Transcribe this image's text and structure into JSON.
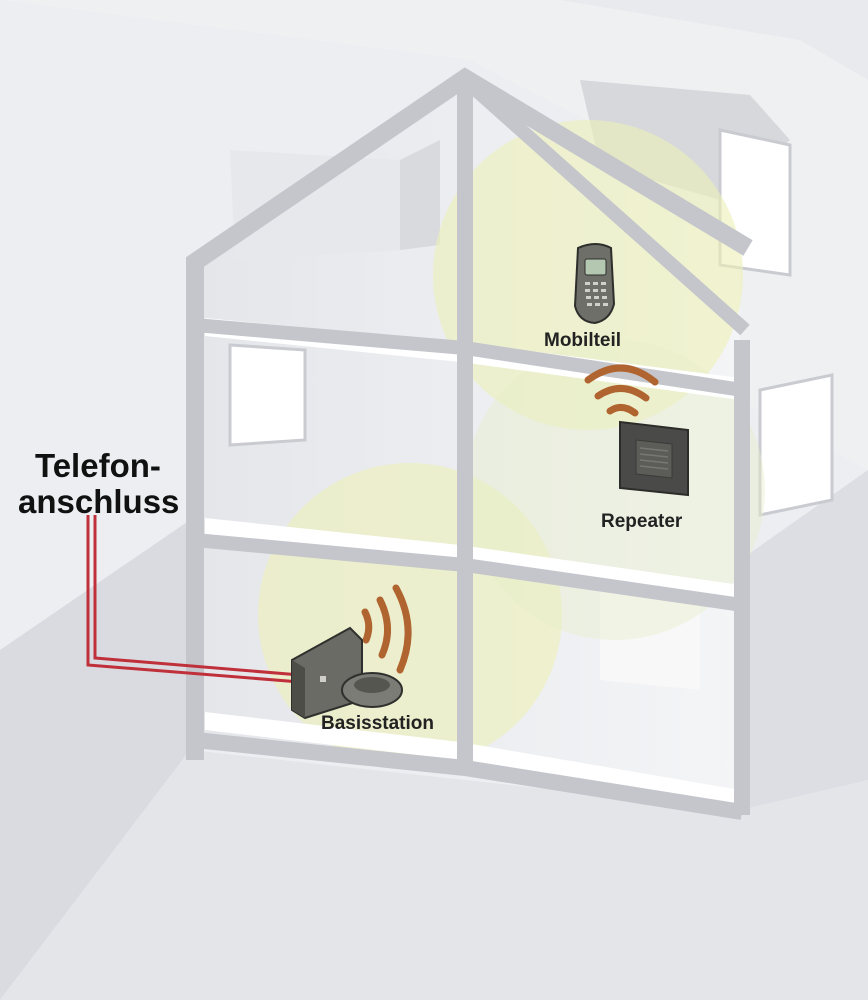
{
  "diagram": {
    "labels": {
      "telefonanschluss_line1": "Telefon-",
      "telefonanschluss_line2": "anschluss",
      "mobilteil": "Mobilteil",
      "repeater": "Repeater",
      "basisstation": "Basisstation"
    },
    "colors": {
      "background": "#e9eaee",
      "wall": "#c4c6cc",
      "floor_slab": "#ffffff",
      "coverage": "#eef0b8",
      "signal_waves": "#b0642f",
      "phone_line": "#c0303a",
      "device_dark": "#4a4b48"
    }
  }
}
